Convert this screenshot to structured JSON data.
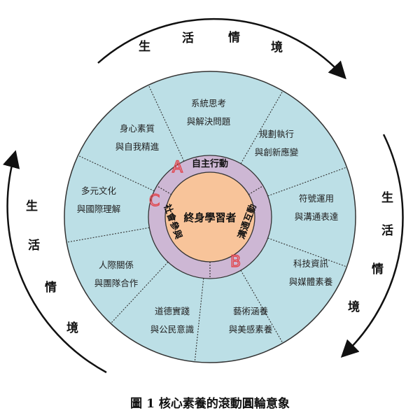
{
  "center": {
    "label": "終身學習者"
  },
  "ring": {
    "top": "自主行動",
    "right": "溝通互動",
    "left": "社會參與",
    "marks": [
      "A",
      "B",
      "C"
    ]
  },
  "segments": [
    {
      "line1": "系統思考",
      "line2": "與解決問題"
    },
    {
      "line1": "規劃執行",
      "line2": "與創新應變"
    },
    {
      "line1": "符號運用",
      "line2": "與溝通表達"
    },
    {
      "line1": "科技資訊",
      "line2": "與媒體素養"
    },
    {
      "line1": "藝術涵養",
      "line2": "與美感素養"
    },
    {
      "line1": "道德實踐",
      "line2": "與公民意識"
    },
    {
      "line1": "人際關係",
      "line2": "與團隊合作"
    },
    {
      "line1": "多元文化",
      "line2": "與國際理解"
    },
    {
      "line1": "身心素質",
      "line2": "與自我精進"
    }
  ],
  "outer_arcs": {
    "top": [
      "生",
      "活",
      "情",
      "境"
    ],
    "right": [
      "生",
      "活",
      "情",
      "境"
    ],
    "left": [
      "生",
      "活",
      "情",
      "境"
    ]
  },
  "caption": "圖 1 核心素養的滾動圓輪意象",
  "colors": {
    "outer_fill": "#bcdfe6",
    "ring_fill": "#cdb7d4",
    "center_fill": "#f8c49a",
    "mark_color": "#e2474e"
  }
}
